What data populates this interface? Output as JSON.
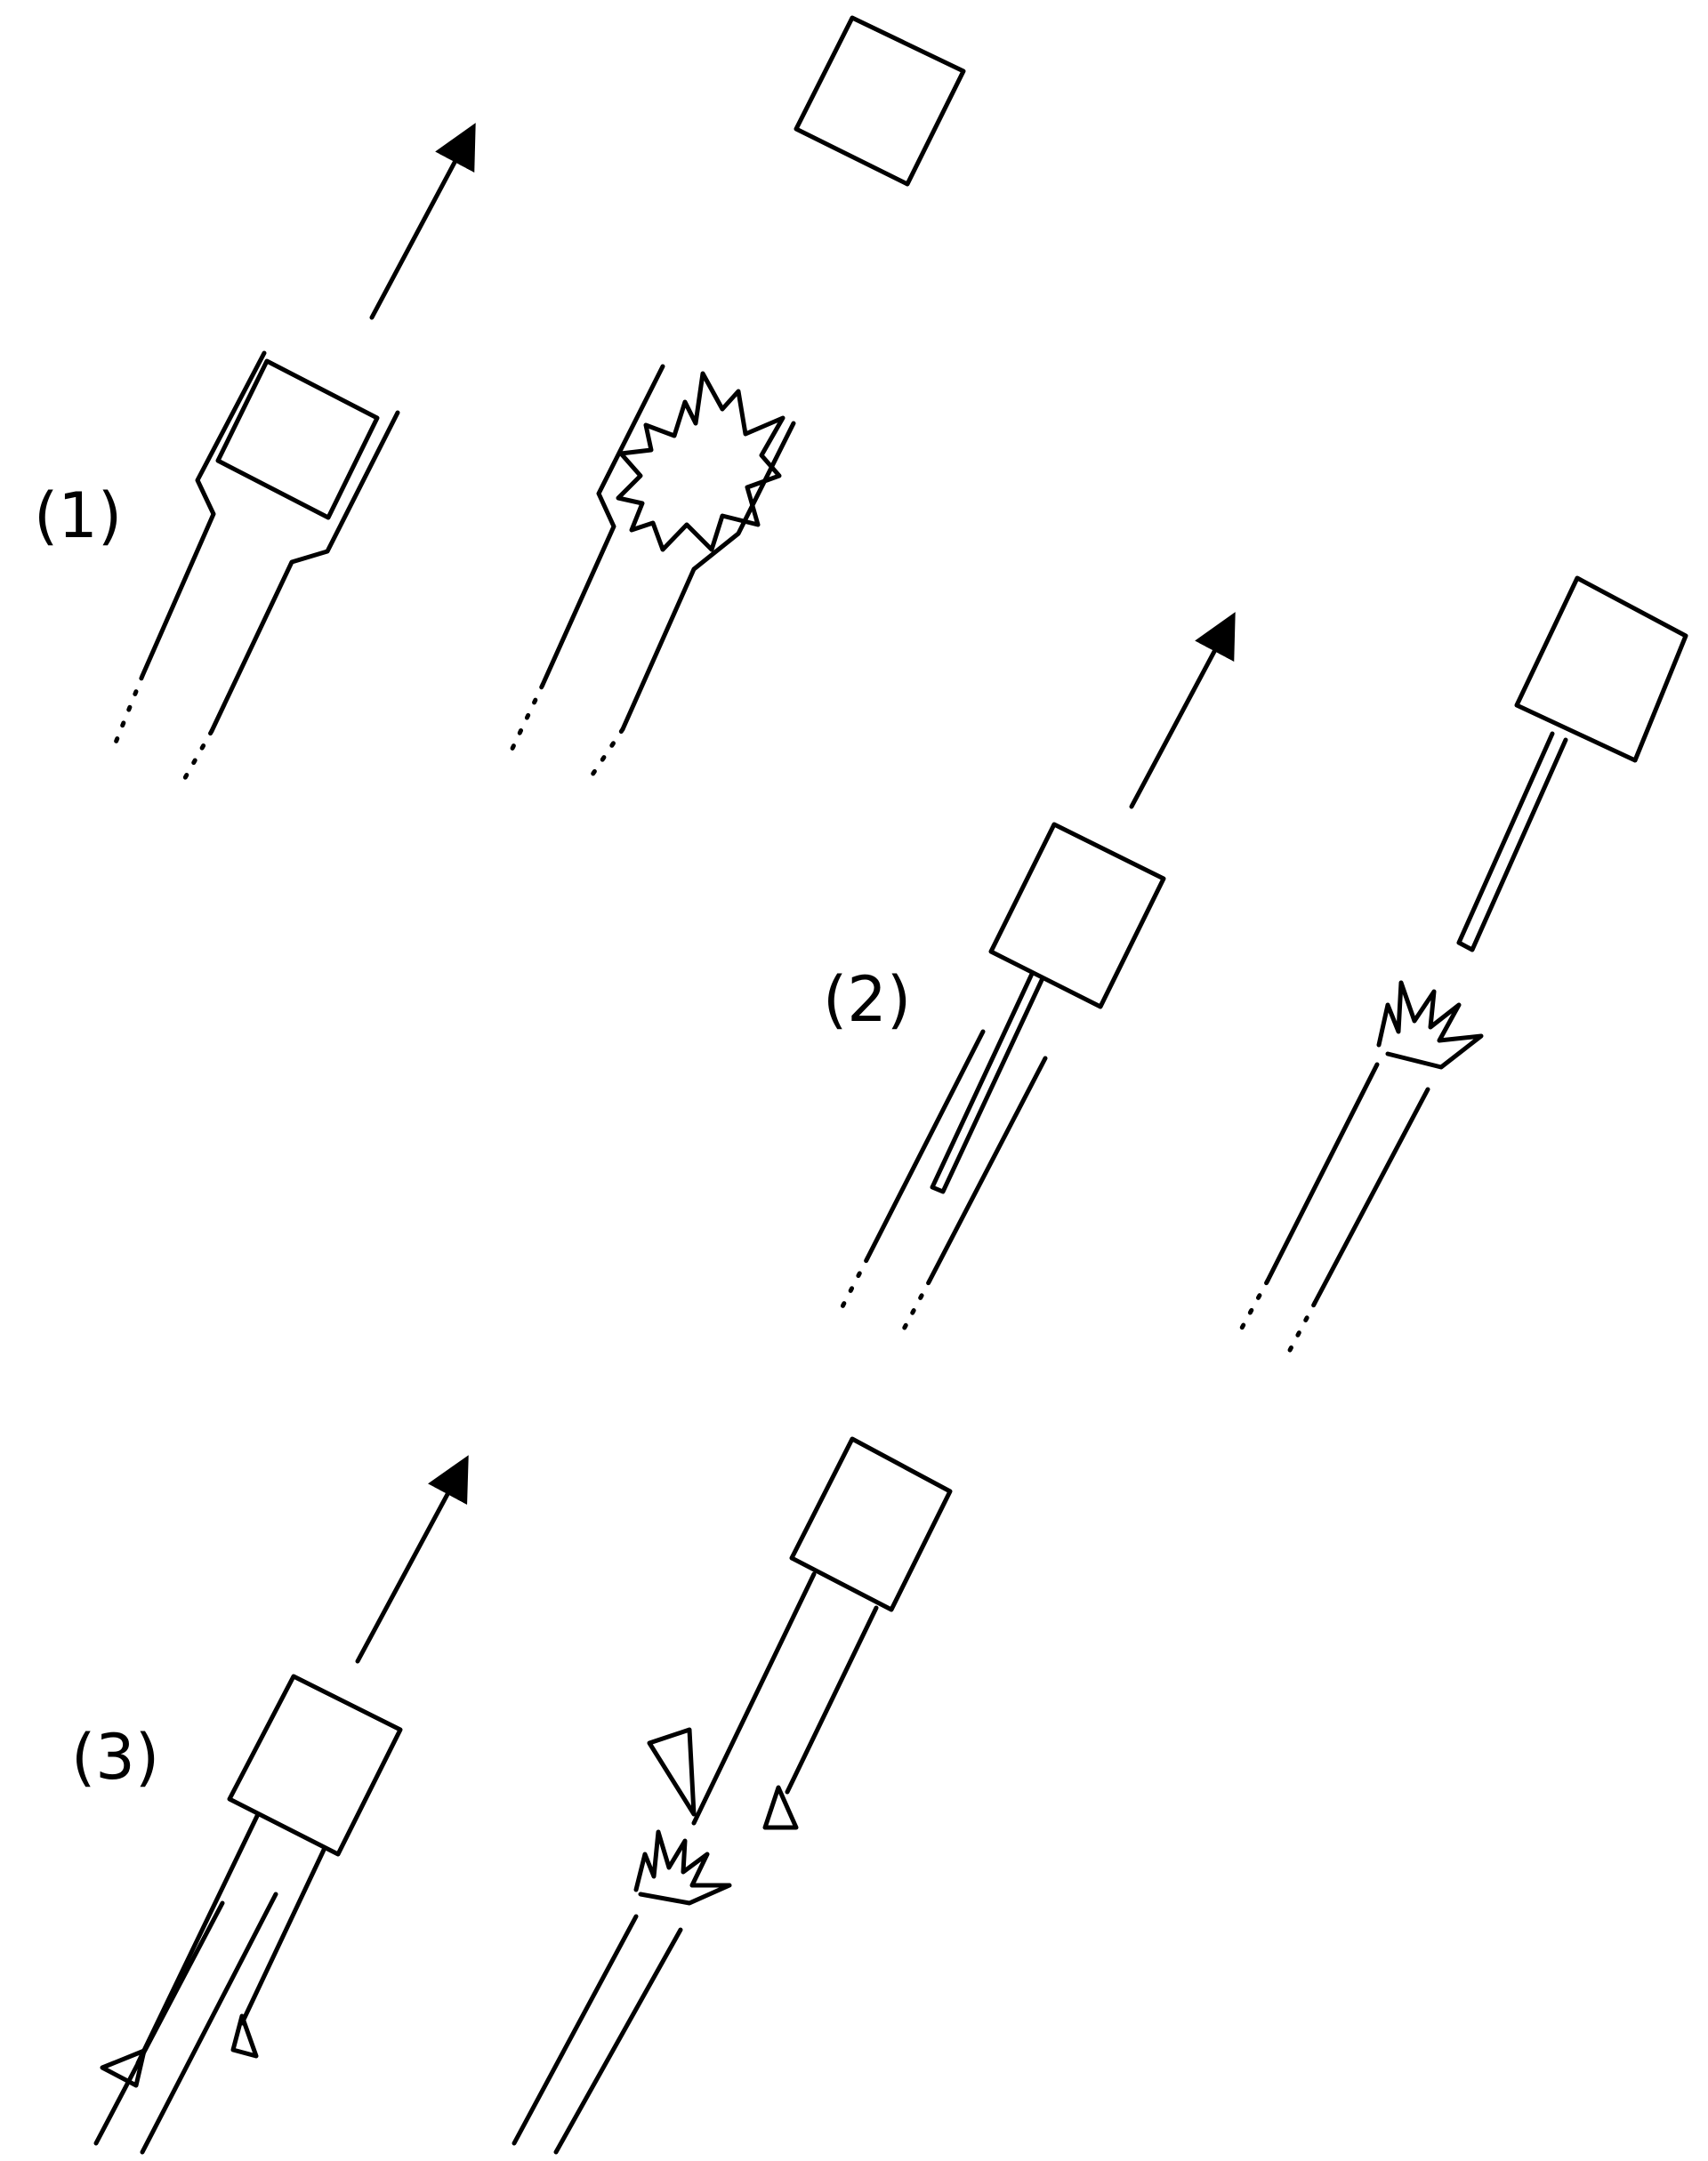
{
  "labels": {
    "one": "(1)",
    "two": "(2)",
    "three": "(3)"
  },
  "colors": {
    "ink": "#000000",
    "background": "#ffffff"
  }
}
